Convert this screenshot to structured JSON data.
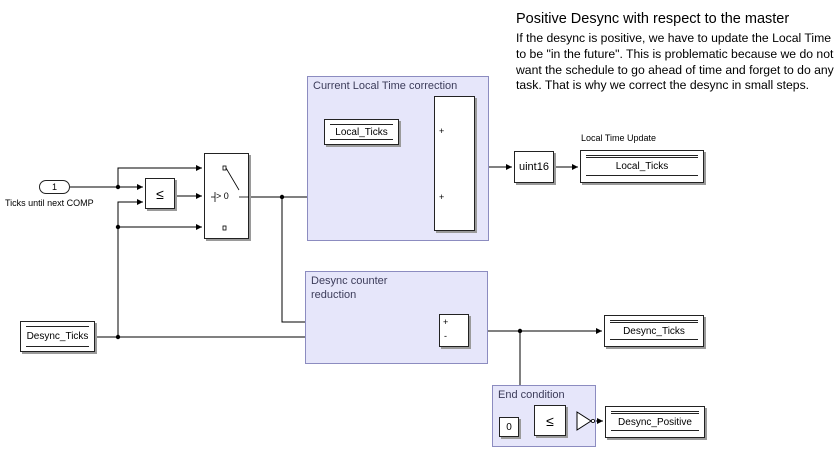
{
  "annotation": {
    "title": "Positive Desync with respect to the master",
    "body": "If the desync is positive, we have to update the Local Time to be \"in the future\". This is problematic because we do not want the schedule to go ahead of time and forget to do any task. That is why we correct the desync in small steps."
  },
  "areas": {
    "local_time": "Current Local Time correction",
    "desync_reduction": "Desync counter\nreduction",
    "end_condition": "End condition"
  },
  "blocks": {
    "inport_number": "1",
    "inport_label": "Ticks until next COMP",
    "compare_le_1": "≤",
    "switch_criteria": "> 0",
    "local_ticks_read": "Local_Ticks",
    "sum1_plus_a": "+",
    "sum1_plus_b": "+",
    "convert": "uint16",
    "write_label": "Local Time Update",
    "local_ticks_write": "Local_Ticks",
    "desync_ticks_read": "Desync_Ticks",
    "sum2_plus": "+",
    "sum2_minus": "-",
    "desync_ticks_write": "Desync_Ticks",
    "constant_zero": "0",
    "compare_le_2": "≤",
    "desync_positive_write": "Desync_Positive"
  },
  "colors": {
    "area_fill": "#e6e6fa",
    "area_border": "#8c8cc0",
    "line": "#000000"
  }
}
